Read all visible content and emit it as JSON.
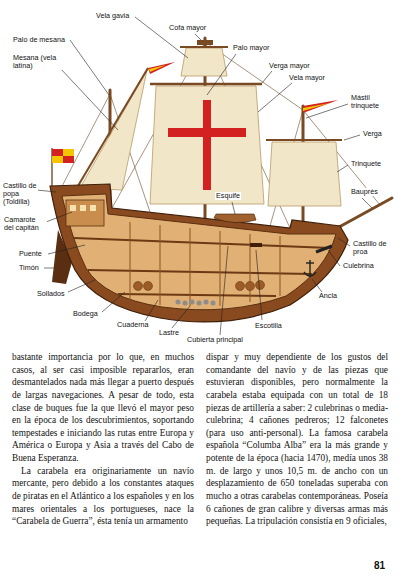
{
  "diagram": {
    "labels": [
      "Vela gavia",
      "Cofa mayor",
      "Palo mayor",
      "Verga mayor",
      "Palo de mesana",
      "Mesana (vela latina)",
      "Vela mayor",
      "Mástil trinquete",
      "Verga",
      "Trinquete",
      "Bauprés",
      "Castillo de popa (Toldilla)",
      "Esquife",
      "Camarote del capitán",
      "Castillo de proa",
      "Puente",
      "Timón",
      "Culebrina",
      "Sollados",
      "Ancla",
      "Bodega",
      "Cuaderna",
      "Escotilla",
      "Lastre",
      "Cubierta principal",
      "bastante importancia por lo que, en muchos casos, al ser casi imposible repararlos, eran desmantelados nada más llegar a puerto después de largas navegaciones. A pesar de todo, esta clase de buques fue la que llevó el mayor peso en la época de los descubrimientos, soportando tempestades e iniciando las rutas entre Europa y América o Europa y Asia a través del Cabo de Buena Esperanza.",
      "La carabela era originariamente un navío mercante, pero debido a los constantes ataques de piratas en el Atlántico a los españoles y en los mares orientales a los portugueses, nace la “Carabela de Guerra”, ésta tenía un armamento",
      "dispar y muy dependiente de los gustos del comandante del navío y de las piezas que estuvieran disponibles, pero normalmente la carabela estaba equipada con un total de 18 piezas de artillería a saber: 2 culebrinas o media-culebrina; 4 cañones pedreros; 12 falconetes (para uso anti-personal). La famosa carabela española “Columba Alba” era la más grande y potente de la época (hacia 1470), medía unos 38 m. de largo y unos 10,5 m. de ancho con un desplazamiento de 650 toneladas superaba con mucho a otras carabelas contemporáneas. Poseía 6 cañones de gran calibre y diversas armas más pequeñas. La tripulación consistía en 9 oficiales,",
      "81"
    ]
  }
}
